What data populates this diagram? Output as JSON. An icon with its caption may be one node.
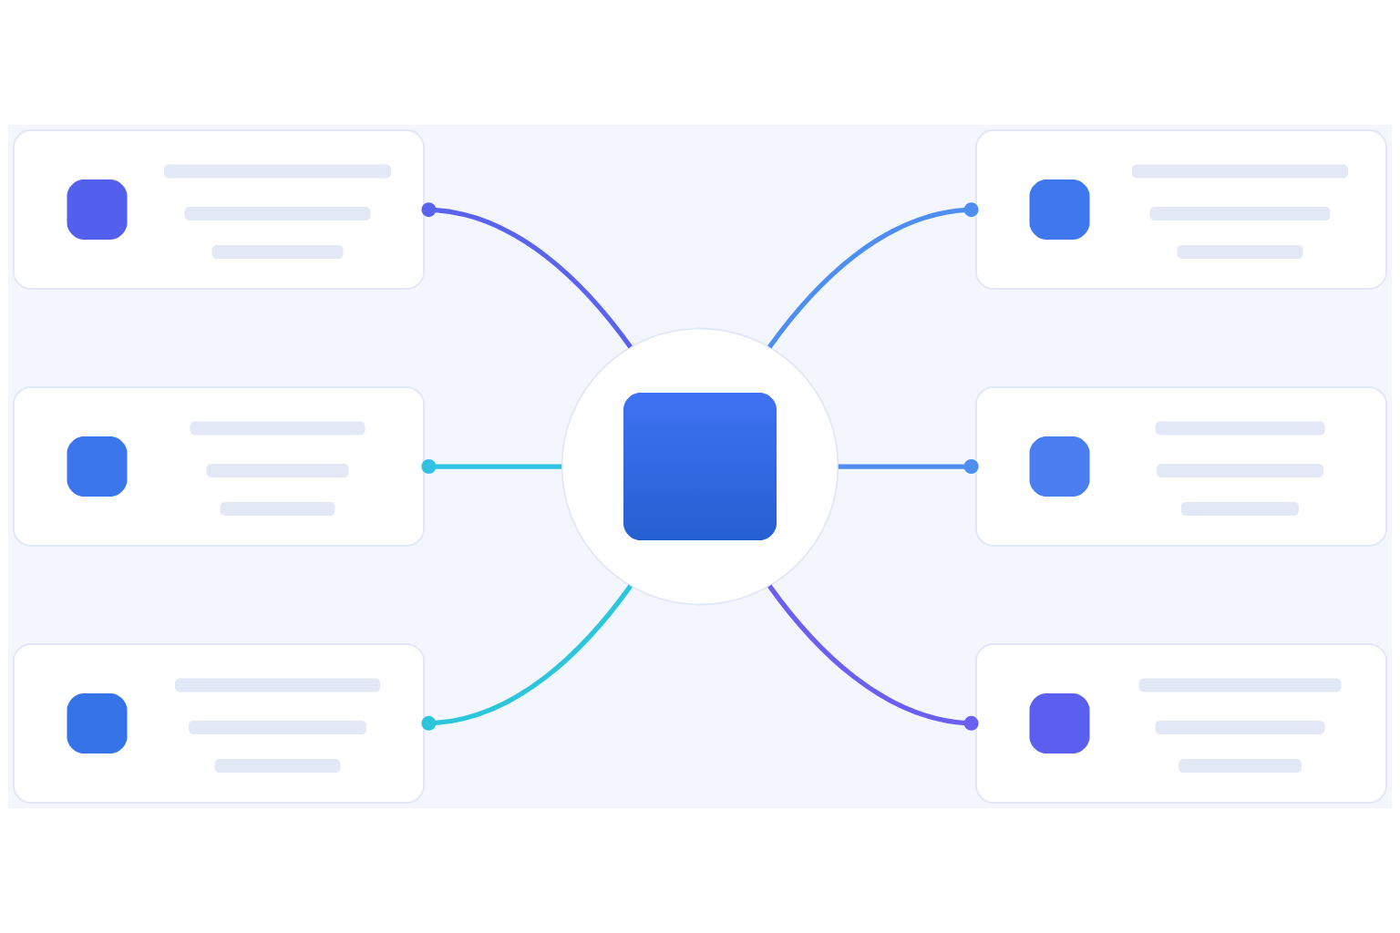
{
  "diagram": {
    "nodes": [
      {
        "text": [],
        "shape": "box"
      },
      {
        "text": [],
        "shape": "box"
      },
      {
        "text": [],
        "shape": "box"
      },
      {
        "text": [],
        "shape": "circle"
      },
      {
        "text": [],
        "shape": "box"
      },
      {
        "text": [],
        "shape": "box"
      },
      {
        "text": [],
        "shape": "box"
      }
    ],
    "edges": [
      {
        "from": 0,
        "to": 3,
        "arrow": "other",
        "color": "#5a63ee"
      },
      {
        "from": 3,
        "to": 1,
        "arrow": "other"
      },
      {
        "from": 2,
        "to": 3,
        "arrow": "other",
        "color": "#2fc2e3"
      },
      {
        "from": 3,
        "to": 4,
        "arrow": "other"
      },
      {
        "from": 5,
        "to": 3,
        "arrow": "other",
        "color": "#2cc6dc"
      },
      {
        "from": 3,
        "to": 6,
        "arrow": "other",
        "color": "#6a5ff0"
      }
    ]
  }
}
